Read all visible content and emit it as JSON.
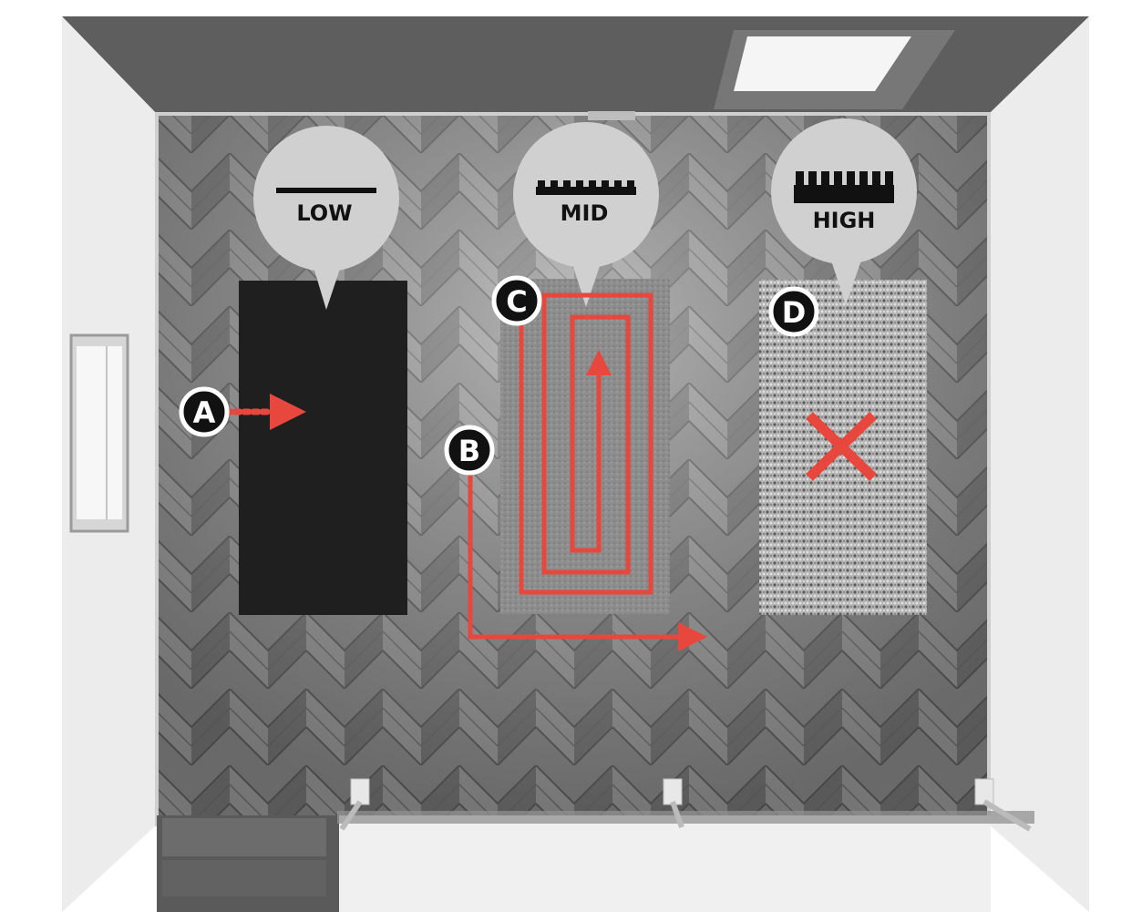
{
  "legend": {
    "low": {
      "label": "LOW"
    },
    "mid": {
      "label": "MID"
    },
    "high": {
      "label": "HIGH"
    }
  },
  "markers": {
    "a": "A",
    "b": "B",
    "c": "C",
    "d": "D"
  },
  "colors": {
    "accent": "#e8473d",
    "floor": "#8a8a8a",
    "low_rug": "#1f1f1f",
    "mid_rug": "#8f8f8f",
    "high_rug": "#b8b8b8",
    "bubble": "#d0d0d0",
    "wall": "#f0f0f0"
  },
  "icons": {
    "low": "flat-line-icon",
    "mid": "short-pile-icon",
    "high": "tall-pile-icon",
    "no_go": "cross-icon",
    "path_arrow": "arrow-icon"
  }
}
